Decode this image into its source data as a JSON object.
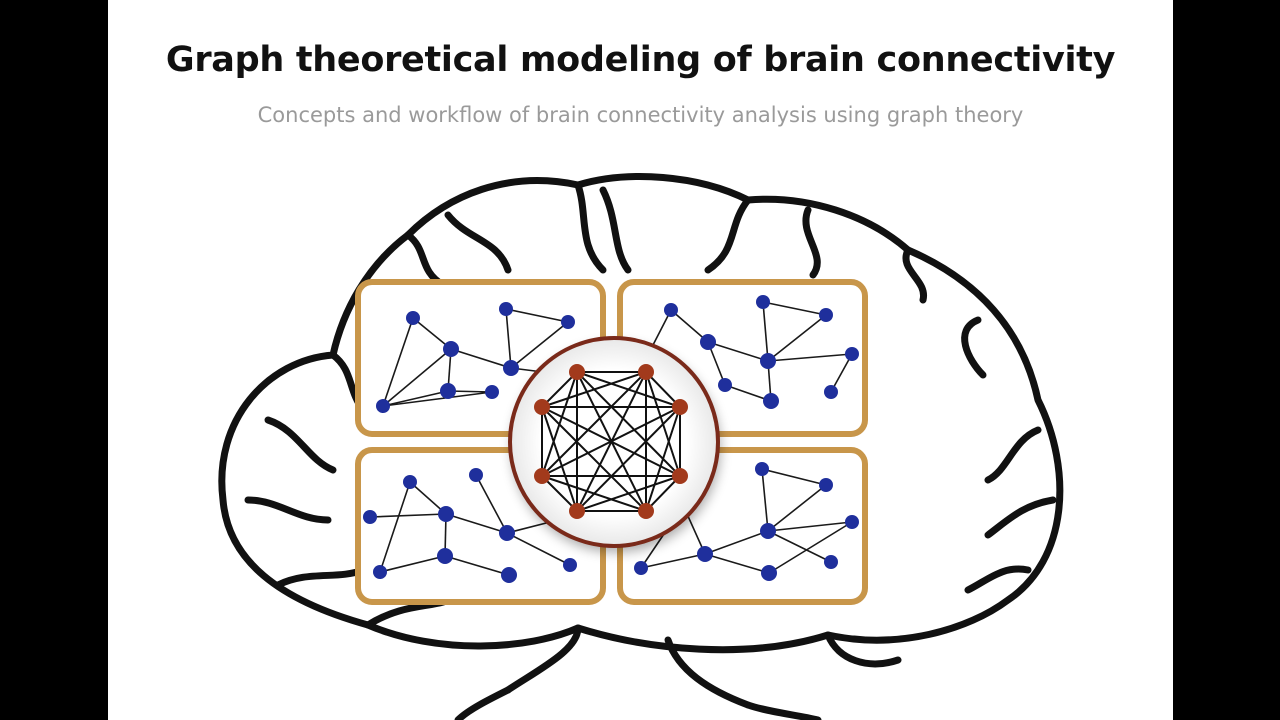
{
  "slide": {
    "title": "Graph theoretical modeling of brain connectivity",
    "subtitle": "Concepts and workflow of brain connectivity analysis using graph theory"
  },
  "figure": {
    "image": "brain-outline-with-network-modules",
    "module_count": 4,
    "hub_node_count": 8,
    "colors": {
      "brain_outline": "#111111",
      "module_frame": "#c8964a",
      "module_node": "#1f2f9c",
      "hub_ring": "#7a2a1a",
      "hub_node": "#a23a1c",
      "edge": "#1a1a1a"
    }
  }
}
